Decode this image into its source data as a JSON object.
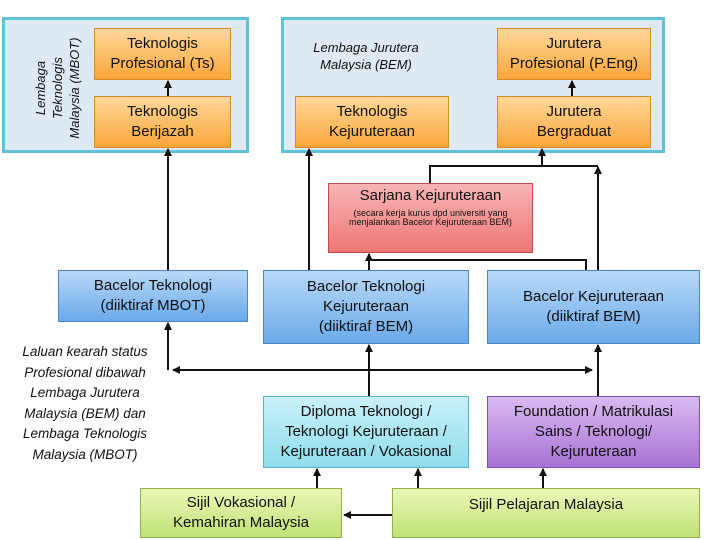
{
  "mbot_panel": {
    "label": "Lembaga\nTeknologis\nMalaysia (MBOT)",
    "ts_box": "Teknologis\nProfesional  (Ts)",
    "berijazah_box": "Teknologis\nBerijazah"
  },
  "bem_panel": {
    "label": "Lembaga Jurutera\nMalaysia (BEM)",
    "peng_box": "Jurutera\nProfesional (P.Eng)",
    "kejuruteraan_box": "Teknologis\nKejuruteraan",
    "bergraduat_box": "Jurutera\nBergraduat"
  },
  "sarjana": {
    "title": "Sarjana Kejuruteraan",
    "note": "(secara kerja kurus dpd universiti yang menjalankan Bacelor Kejuruteraan BEM)"
  },
  "degrees": {
    "bacelor_teknologi": "Bacelor  Teknologi\n(diiktiraf MBOT)",
    "bacelor_teknologi_kejuruteraan": "Bacelor  Teknologi\nKejuruteraan\n(diiktiraf BEM)",
    "bacelor_kejuruteraan": "Bacelor Kejuruteraan\n(diiktiraf BEM)"
  },
  "side_note": "Laluan kearah status\nProfesional dibawah\nLembaga  Jurutera\nMalaysia (BEM) dan\nLembaga Teknologis\nMalaysia (MBOT)",
  "diploma": "Diploma Teknologi /\nTeknologi Kejuruteraan /\nKejuruteraan / Vokasional",
  "foundation": "Foundation / Matrikulasi\nSains / Teknologi/\nKejuruteraan",
  "sijil_vokasional": "Sijil Vokasional /\nKemahiran Malaysia",
  "spm": "Sijil Pelajaran Malaysia",
  "colors": {
    "panel_border": "#5cc3d8",
    "orange": "#f9a73a",
    "blue": "#6aaae9",
    "cyan": "#8edcec",
    "purple": "#a872d6",
    "green": "#c1e176",
    "red": "#ef7676"
  }
}
